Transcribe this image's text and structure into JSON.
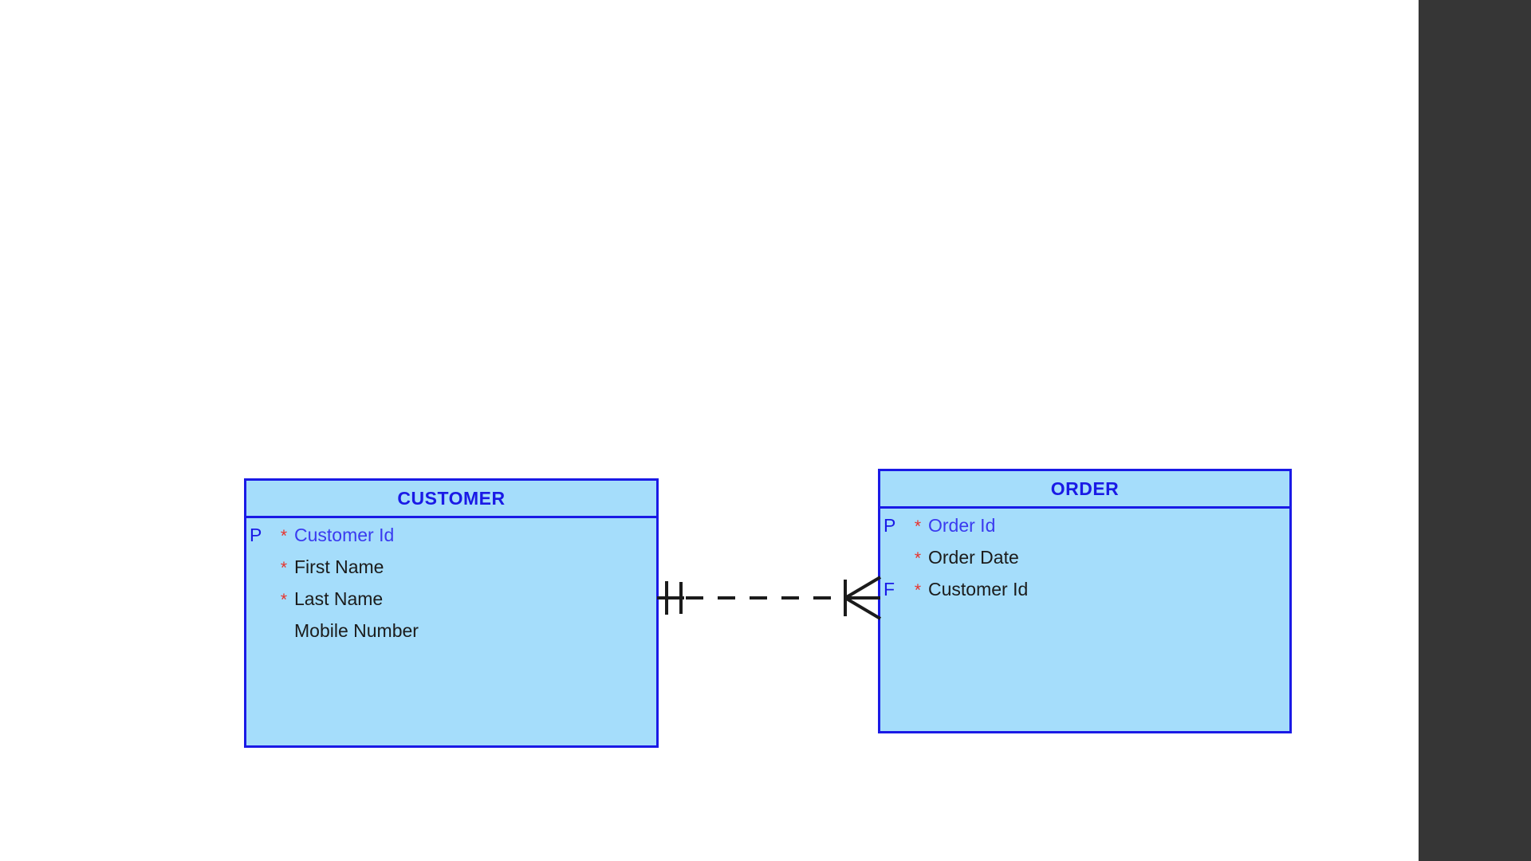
{
  "canvas": {
    "background_color": "#ffffff",
    "side_band_color": "#363636"
  },
  "theme": {
    "entity_fill": "#a5ddfb",
    "entity_border": "#1a1ae6",
    "title_color": "#1a1ae6",
    "pk_text_color": "#3a3af0",
    "attribute_text_color": "#1b1b1b",
    "mandatory_marker_color": "#e8312a",
    "connector_color": "#1b1b1b"
  },
  "diagram": {
    "type": "entity-relationship-diagram",
    "notation": "crows-foot",
    "entities": [
      {
        "id": "customer",
        "title": "CUSTOMER",
        "attributes": [
          {
            "key": "P",
            "mandatory": "*",
            "name": "Customer Id",
            "is_primary_key": true
          },
          {
            "key": "",
            "mandatory": "*",
            "name": "First Name",
            "is_primary_key": false
          },
          {
            "key": "",
            "mandatory": "*",
            "name": "Last Name",
            "is_primary_key": false
          },
          {
            "key": "",
            "mandatory": "",
            "name": "Mobile Number",
            "is_primary_key": false
          }
        ]
      },
      {
        "id": "order",
        "title": "ORDER",
        "attributes": [
          {
            "key": "P",
            "mandatory": "*",
            "name": "Order Id",
            "is_primary_key": true
          },
          {
            "key": "",
            "mandatory": "*",
            "name": "Order Date",
            "is_primary_key": false
          },
          {
            "key": "F",
            "mandatory": "*",
            "name": "Customer Id",
            "is_primary_key": false
          }
        ]
      }
    ],
    "relationship": {
      "from": "CUSTOMER",
      "to": "ORDER",
      "line_style": "dashed",
      "from_cardinality": "one-and-only-one",
      "to_cardinality": "one-or-many",
      "from_symbol": "||",
      "to_symbol": "|<"
    }
  }
}
